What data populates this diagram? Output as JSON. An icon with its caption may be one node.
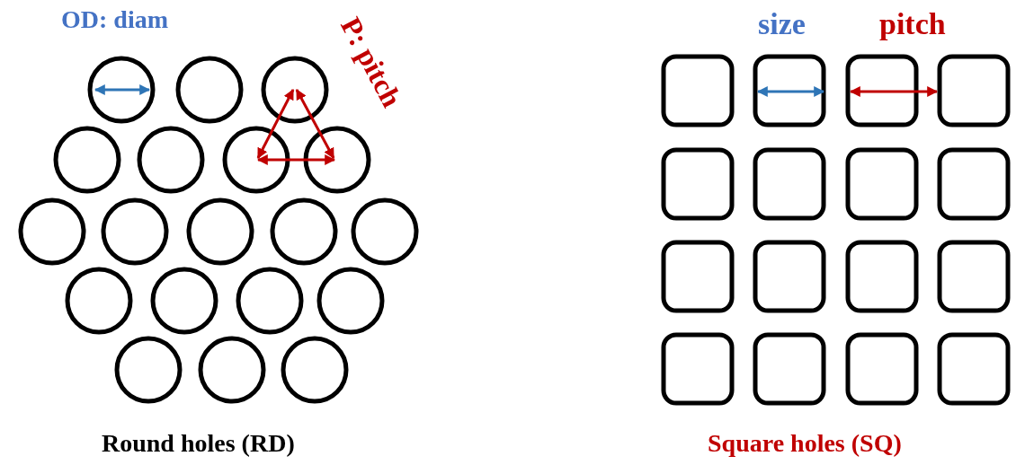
{
  "diagram": {
    "labels": [
      "OD: diam",
      "P: pitch",
      "Round holes (RD)",
      "size",
      "pitch",
      "Square holes (SQ)"
    ]
  }
}
